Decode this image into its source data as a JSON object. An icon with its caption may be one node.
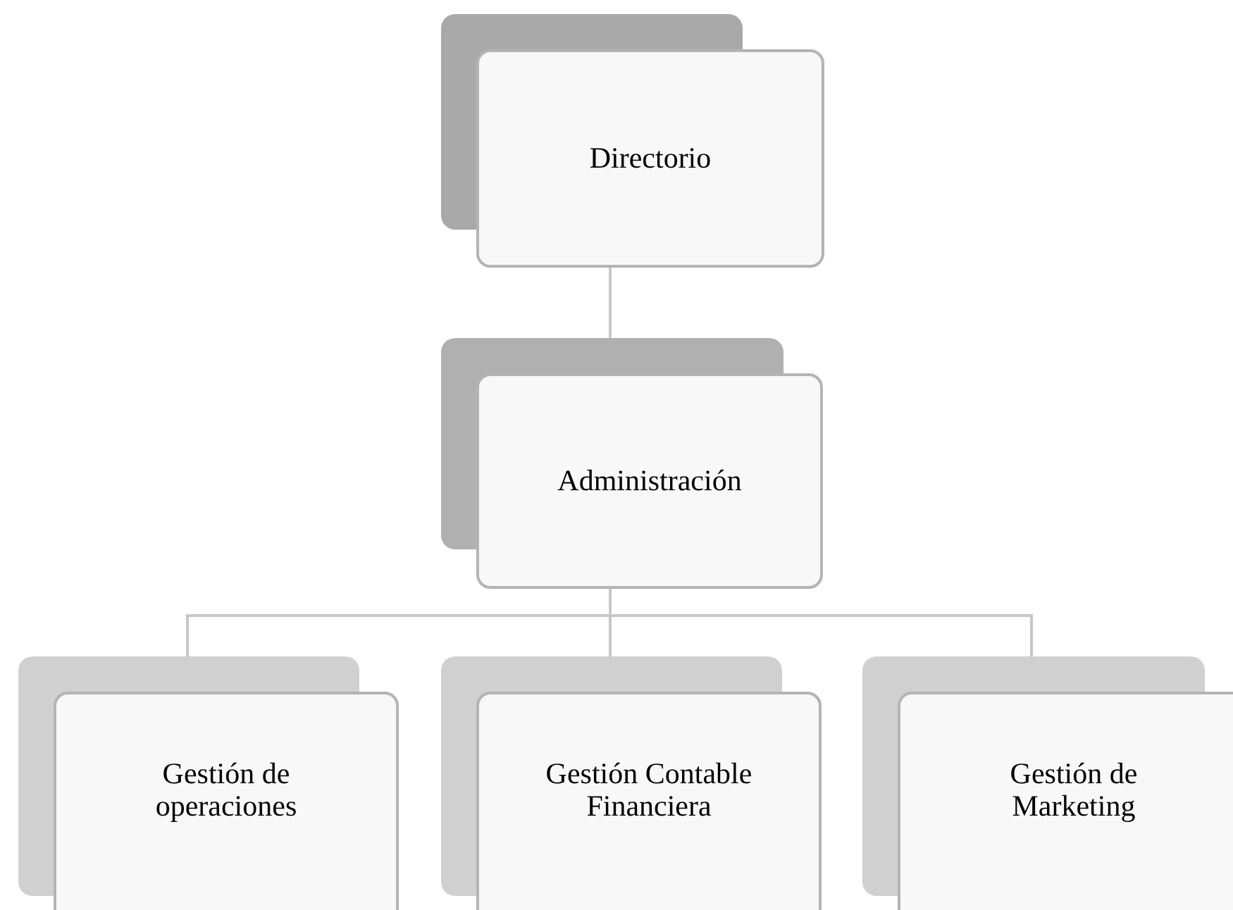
{
  "diagram": {
    "nodes": [
      {
        "text": [
          "Directorio"
        ]
      },
      {
        "text": [
          "Administración"
        ]
      },
      {
        "text": [
          "Gestión de operaciones"
        ]
      },
      {
        "text": [
          "Gestión Contable Financiera"
        ]
      },
      {
        "text": [
          "Gestión de Marketing"
        ]
      }
    ],
    "edges": [
      {
        "from": 0,
        "to": 1,
        "arrow": "none"
      },
      {
        "from": 1,
        "to": 2,
        "arrow": "none"
      },
      {
        "from": 1,
        "to": 3,
        "arrow": "none"
      },
      {
        "from": 1,
        "to": 4,
        "arrow": "none"
      }
    ]
  }
}
